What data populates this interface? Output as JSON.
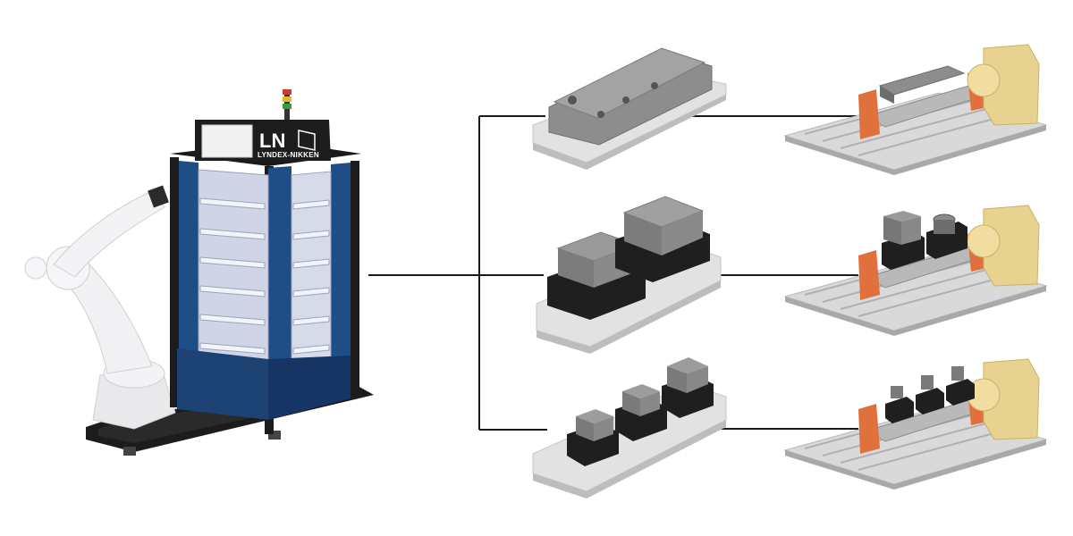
{
  "logo": {
    "mark": "LN",
    "name": "LYNDEX-NIKKEN"
  },
  "colors": {
    "cabinet_blue": "#1f4e86",
    "frame_dark": "#1c1c1c",
    "connector": "#1a1a1a",
    "pivot_orange": "#e0703c",
    "rotary_tan": "#e8d28f",
    "shelf_light": "#e6e9f2",
    "vise_grey": "#8c8c8c",
    "plate_light": "#e2e2e2"
  },
  "diagram": {
    "source": "robotic-pallet-storage-tower",
    "branches": [
      "single-pallet-fixture",
      "dual-vise-pallet",
      "triple-vise-pallet"
    ],
    "targets": [
      "trunnion-with-fixture",
      "trunnion-with-dual-vises",
      "trunnion-with-triple-vises"
    ]
  }
}
